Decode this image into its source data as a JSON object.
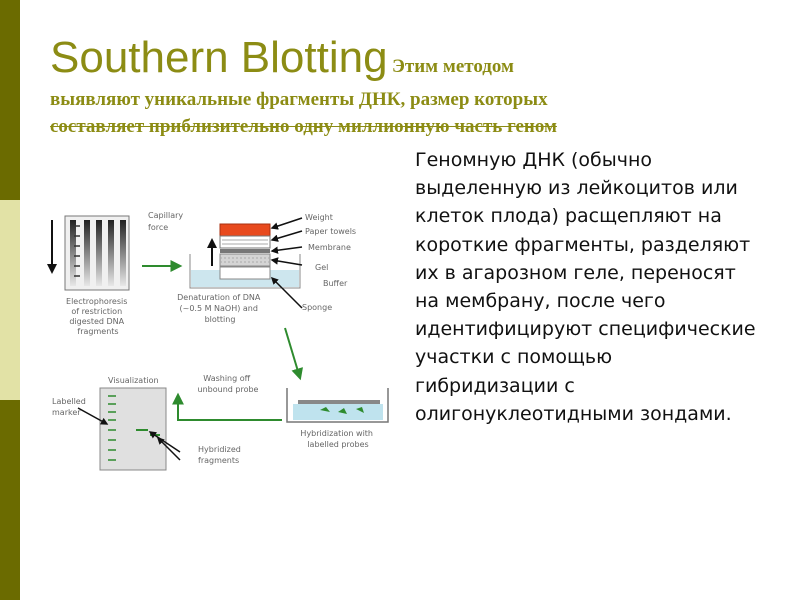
{
  "slide": {
    "title": "Southern Blotting",
    "subtitle_inline": "Этим методом",
    "subtitle_line2": "выявляют уникальные фрагменты ДНК, размер которых",
    "subtitle_line3": "составляет приблизительно одну миллионную часть геном",
    "body_text": "Геномную ДНК (обычно выделенную из лейкоцитов или клеток плода) расщепляют на короткие фрагменты, разделяют их в агарозном геле, переносят на мембрану, после чего идентифицируют специфические участки с помощью гибридизации с олигонуклеотидными зондами."
  },
  "diagram": {
    "labels": {
      "electrophoresis": [
        "Electrophoresis",
        "of restriction",
        "digested DNA",
        "fragments"
      ],
      "capillary": [
        "Capillary",
        "force"
      ],
      "weight": "Weight",
      "paper_towels": "Paper towels",
      "membrane": "Membrane",
      "gel": "Gel",
      "buffer": "Buffer",
      "sponge": "Sponge",
      "denaturation": [
        "Denaturation of DNA",
        "(~0.5 M NaOH) and",
        "blotting"
      ],
      "washing": [
        "Washing off",
        "unbound probe"
      ],
      "visualization": "Visualization",
      "labelled_marker": [
        "Labelled",
        "marker"
      ],
      "hybridized": [
        "Hybridized",
        "fragments"
      ],
      "hybridization": [
        "Hybridization with",
        "labelled probes"
      ]
    }
  },
  "colors": {
    "title": "#8c8c14",
    "sidebar_dark": "#6b6b00",
    "sidebar_light": "#e2e2a6",
    "arrow_green": "#2e8b2e",
    "weight_red": "#e84a1e"
  }
}
